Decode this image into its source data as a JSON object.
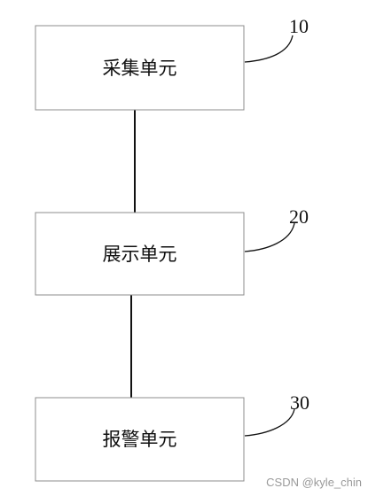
{
  "units": [
    {
      "label": "采集单元",
      "ref": "10"
    },
    {
      "label": "展示单元",
      "ref": "20"
    },
    {
      "label": "报警单元",
      "ref": "30"
    }
  ],
  "watermark": "CSDN @kyle_chin"
}
